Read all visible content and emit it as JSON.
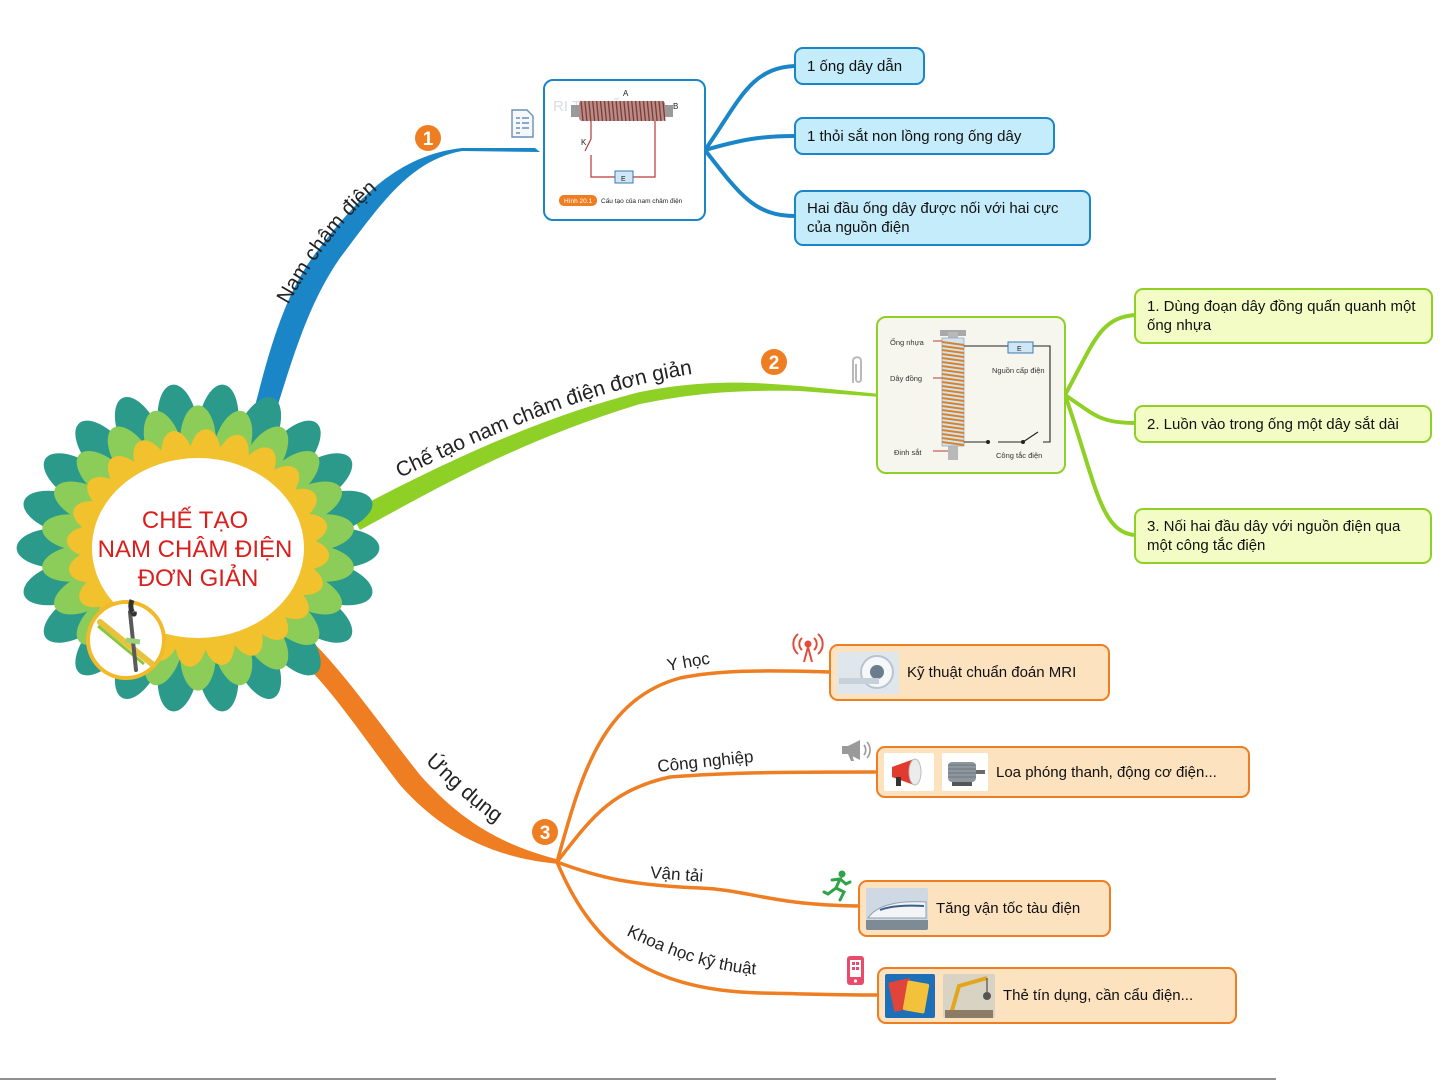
{
  "center": {
    "line1": "CHẾ TẠO",
    "line2": "NAM CHÂM ĐIỆN",
    "line3": "ĐƠN GIẢN"
  },
  "colors": {
    "branch1": "#1a85c7",
    "branch2": "#8fd026",
    "branch3": "#ef7d22",
    "center_text": "#d9201d"
  },
  "branches": [
    {
      "number": "1",
      "label": "Nam châm điện",
      "icon": "document-icon",
      "figure": {
        "top_label": "A",
        "right_label": "B",
        "switch_label": "K",
        "source_label": "E",
        "caption_tag": "Hình 20.1",
        "caption": "Cấu tạo của nam châm điện",
        "watermark": "RI T C SỐNG"
      },
      "items": [
        "1 ống dây dẫn",
        "1 thỏi sắt non lồng rong ống dây",
        "Hai đầu ống dây được nối với hai cực của nguồn điện"
      ]
    },
    {
      "number": "2",
      "label": "Chế tạo nam châm điện đơn giản",
      "icon": "paperclip-icon",
      "figure": {
        "tube": "Ống nhựa",
        "wire": "Dây đồng",
        "nail": "Đinh sắt",
        "power": "Nguồn cấp điện",
        "switch": "Công tắc điện",
        "source_label": "E"
      },
      "items": [
        "1. Dùng đoạn dây đồng quấn quanh một ống nhựa",
        "2. Luồn vào trong ống một dây sắt dài",
        "3. Nối hai đầu dây với nguồn điện qua một công tắc điện"
      ]
    },
    {
      "number": "3",
      "label": "Ứng dụng",
      "subs": [
        {
          "label": "Y học",
          "icon": "signal-tower-icon",
          "text": "Kỹ thuật chuẩn đoán MRI"
        },
        {
          "label": "Công nghiệp",
          "icon": "megaphone-icon",
          "text": "Loa phóng thanh, động cơ điện..."
        },
        {
          "label": "Vận tải",
          "icon": "runner-icon",
          "text": "Tăng vận tốc tàu điện"
        },
        {
          "label": "Khoa học kỹ thuật",
          "icon": "mobile-icon",
          "text": "Thẻ tín dụng, cần cẩu điện..."
        }
      ]
    }
  ]
}
